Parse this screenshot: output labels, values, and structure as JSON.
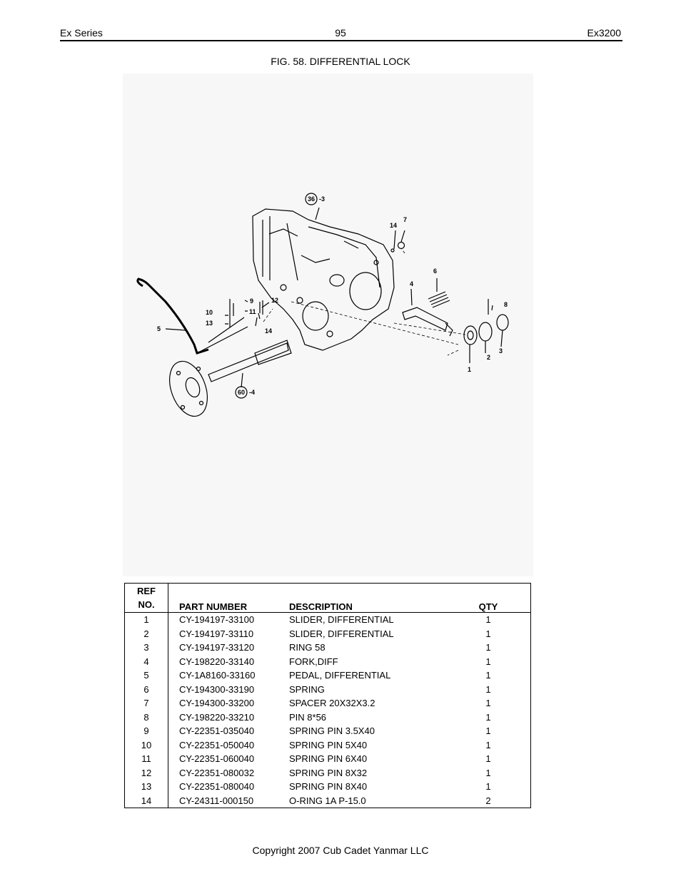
{
  "header": {
    "left": "Ex Series",
    "page_number": "95",
    "right": "Ex3200"
  },
  "figure": {
    "title": "FIG. 58. DIFFERENTIAL LOCK",
    "callouts": [
      "36",
      "-3",
      "60",
      "-4",
      "1",
      "2",
      "3",
      "4",
      "5",
      "6",
      "7",
      "8",
      "9",
      "10",
      "11",
      "12",
      "13",
      "14",
      "14"
    ]
  },
  "table": {
    "headers": {
      "ref_line1": "REF",
      "ref_line2": "NO.",
      "part_number": "PART NUMBER",
      "description": "DESCRIPTION",
      "qty": "QTY"
    },
    "rows": [
      {
        "ref": "1",
        "part_number": "CY-194197-33100",
        "description": "SLIDER, DIFFERENTIAL",
        "qty": "1"
      },
      {
        "ref": "2",
        "part_number": "CY-194197-33110",
        "description": "SLIDER, DIFFERENTIAL",
        "qty": "1"
      },
      {
        "ref": "3",
        "part_number": "CY-194197-33120",
        "description": "RING 58",
        "qty": "1"
      },
      {
        "ref": "4",
        "part_number": "CY-198220-33140",
        "description": "FORK,DIFF",
        "qty": "1"
      },
      {
        "ref": "5",
        "part_number": "CY-1A8160-33160",
        "description": "PEDAL, DIFFERENTIAL",
        "qty": "1"
      },
      {
        "ref": "6",
        "part_number": "CY-194300-33190",
        "description": "SPRING",
        "qty": "1"
      },
      {
        "ref": "7",
        "part_number": "CY-194300-33200",
        "description": "SPACER 20X32X3.2",
        "qty": "1"
      },
      {
        "ref": "8",
        "part_number": "CY-198220-33210",
        "description": "PIN 8*56",
        "qty": "1"
      },
      {
        "ref": "9",
        "part_number": "CY-22351-035040",
        "description": "SPRING PIN 3.5X40",
        "qty": "1"
      },
      {
        "ref": "10",
        "part_number": "CY-22351-050040",
        "description": "SPRING PIN 5X40",
        "qty": "1"
      },
      {
        "ref": "11",
        "part_number": "CY-22351-060040",
        "description": "SPRING PIN 6X40",
        "qty": "1"
      },
      {
        "ref": "12",
        "part_number": "CY-22351-080032",
        "description": "SPRING PIN 8X32",
        "qty": "1"
      },
      {
        "ref": "13",
        "part_number": "CY-22351-080040",
        "description": "SPRING PIN 8X40",
        "qty": "1"
      },
      {
        "ref": "14",
        "part_number": "CY-24311-000150",
        "description": "O-RING 1A P-15.0",
        "qty": "2"
      }
    ]
  },
  "footer": {
    "copyright": "Copyright 2007 Cub Cadet Yanmar LLC"
  }
}
